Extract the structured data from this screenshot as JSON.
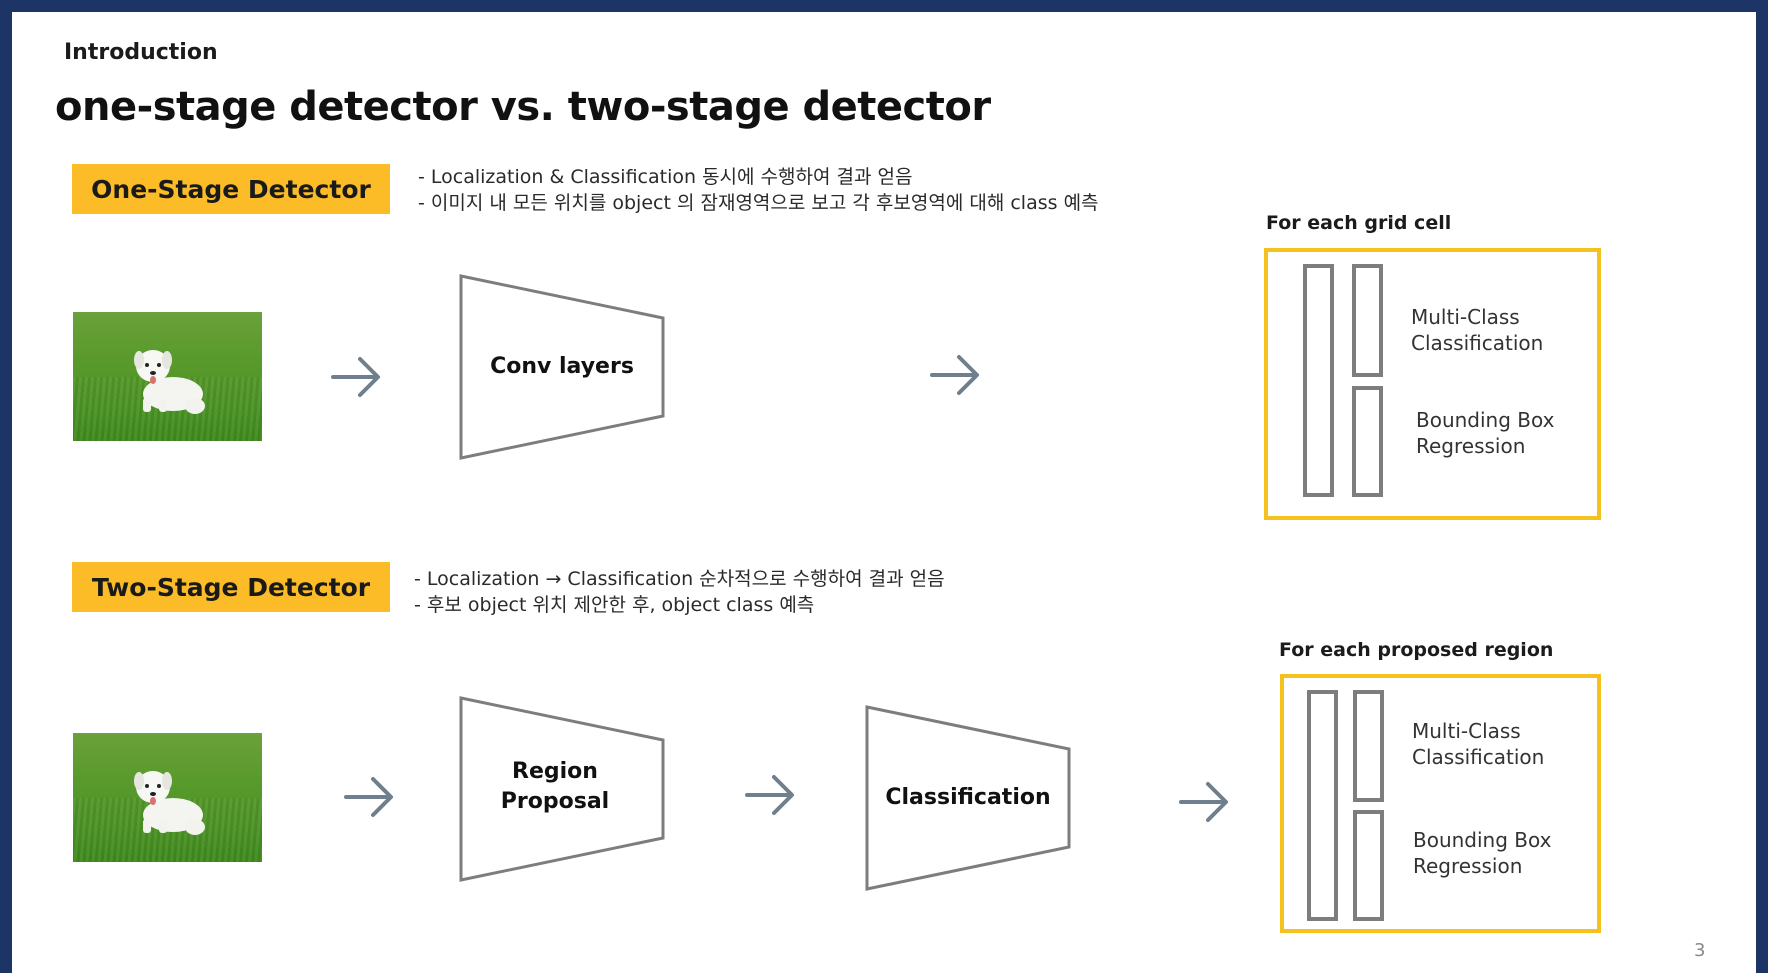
{
  "header": {
    "section": "Introduction",
    "title": "one-stage detector vs. two-stage detector"
  },
  "one_stage": {
    "tag": "One-Stage Detector",
    "desc_lines": [
      "- Localization & Classification 동시에 수행하여 결과 얻음",
      "- 이미지 내 모든 위치를 object 의 잠재영역으로 보고 각 후보영역에 대해 class 예측"
    ],
    "module": "Conv layers",
    "output_caption": "For each grid cell",
    "output_items": [
      "Multi-Class\nClassification",
      "Bounding Box\nRegression"
    ]
  },
  "two_stage": {
    "tag": "Two-Stage Detector",
    "desc_lines": [
      "- Localization → Classification 순차적으로 수행하여 결과 얻음",
      "- 후보 object 위치 제안한 후, object class 예측"
    ],
    "modules": [
      "Region\nProposal",
      "Classification"
    ],
    "output_caption": "For each proposed region",
    "output_items": [
      "Multi-Class\nClassification",
      "Bounding Box\nRegression"
    ]
  },
  "footer": {
    "page_number": "3"
  },
  "colors": {
    "frame": "#1d3566",
    "tag_fill": "#fbbc27",
    "output_border": "#f4c11e",
    "shape_stroke": "#7d7d7d",
    "arrow": "#6f7f8d"
  },
  "icons": {
    "arrow": "arrow-right-icon",
    "photo": "puppy-on-grass-photo"
  }
}
